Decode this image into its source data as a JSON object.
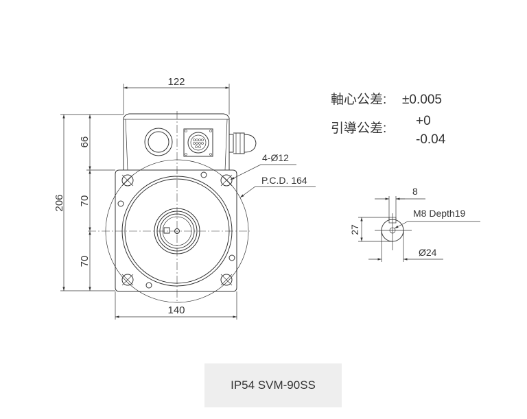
{
  "dimensions": {
    "top_width": "122",
    "total_height": "206",
    "box_height": "66",
    "upper_half": "70",
    "lower_half": "70",
    "flange_width": "140",
    "bolt_holes": "4-Ø12",
    "pcd": "P.C.D. 164"
  },
  "tolerances": {
    "shaft_label": "軸心公差:",
    "shaft_value": "±0.005",
    "pilot_label": "引導公差:",
    "pilot_upper": "+0",
    "pilot_lower": "-0.04"
  },
  "shaft_detail": {
    "key_width": "8",
    "thread": "M8 Depth19",
    "key_height": "27",
    "diameter": "Ø24"
  },
  "caption": "IP54 SVM-90SS"
}
